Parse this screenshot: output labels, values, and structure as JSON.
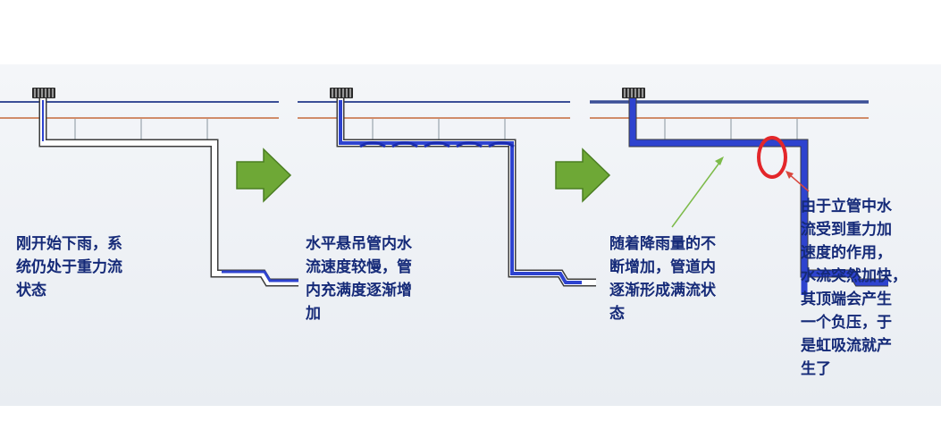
{
  "colors": {
    "background": "#eef1f5",
    "roof_line": "#3b4f97",
    "ceiling_line": "#c56a3a",
    "pipe_wall": "#3c3c3c",
    "water": "#2e43cf",
    "water_dark": "#1b2db0",
    "arrow_fill": "#6ea836",
    "arrow_stroke": "#4b7e22",
    "highlight_circle": "#e3262a",
    "pointer_green": "#7dbb4a",
    "pointer_red": "#d9473e",
    "text": "#152a78"
  },
  "stages": [
    {
      "caption": "刚开始下雨，系\n统仍处于重力流\n状态",
      "water_level": 0
    },
    {
      "caption": "水平悬吊管内水\n流速度较慢，管\n内充满度逐渐增\n加",
      "water_level": 0.5
    },
    {
      "caption": "随着降雨量的不\n断增加，管道内\n逐渐形成满流状\n态",
      "water_level": 1
    }
  ],
  "explanation": "由于立管中水\n流受到重力加\n速度的作用，\n水流突然加快，\n其顶端会产生\n一个负压，于\n是虹吸流就产\n生了",
  "icons": {
    "drain_inlet": "roof-drain-icon",
    "flow_arrow": "right-arrow-icon",
    "highlight": "circle-highlight-icon"
  }
}
